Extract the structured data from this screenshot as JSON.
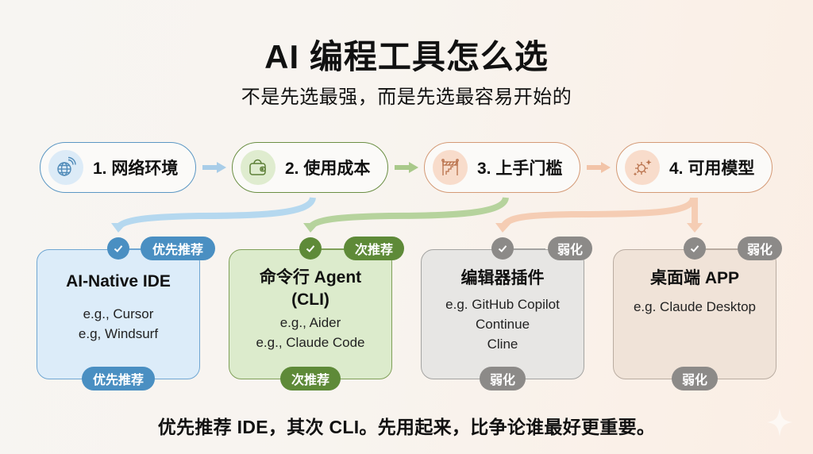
{
  "header": {
    "title": "AI 编程工具怎么选",
    "subtitle": "不是先选最强，而是先选最容易开始的"
  },
  "steps": [
    {
      "label": "1. 网络环境",
      "icon": "globe-signal-icon",
      "color": "#5b97c4"
    },
    {
      "label": "2. 使用成本",
      "icon": "wallet-icon",
      "color": "#6b8f44"
    },
    {
      "label": "3. 上手门槛",
      "icon": "barrier-stairs-icon",
      "color": "#d49a76"
    },
    {
      "label": "4. 可用模型",
      "icon": "sparkle-model-icon",
      "color": "#d49a76"
    }
  ],
  "cards": [
    {
      "name": "AI-Native IDE",
      "examples": [
        "e.g., Cursor",
        "e.g, Windsurf"
      ],
      "badge": "优先推荐",
      "bottom_badge": "优先推荐",
      "status_color": "#4a8fc2"
    },
    {
      "name_line1": "命令行 Agent",
      "name_line2": "(CLI)",
      "examples": [
        "e.g., Aider",
        "e.g., Claude Code"
      ],
      "badge": "次推荐",
      "bottom_badge": "次推荐",
      "status_color": "#5e8a38"
    },
    {
      "name": "编辑器插件",
      "examples": [
        "e.g. GitHub Copilot",
        "Continue",
        "Cline"
      ],
      "badge": "弱化",
      "bottom_badge": "弱化",
      "status_color": "#8c8a88"
    },
    {
      "name": "桌面端 APP",
      "examples": [
        "e.g. Claude Desktop"
      ],
      "badge": "弱化",
      "bottom_badge": "弱化",
      "status_color": "#8c8a88"
    }
  ],
  "footer": {
    "text": "优先推荐 IDE，其次 CLI。先用起来，比争论谁最好更重要。"
  }
}
